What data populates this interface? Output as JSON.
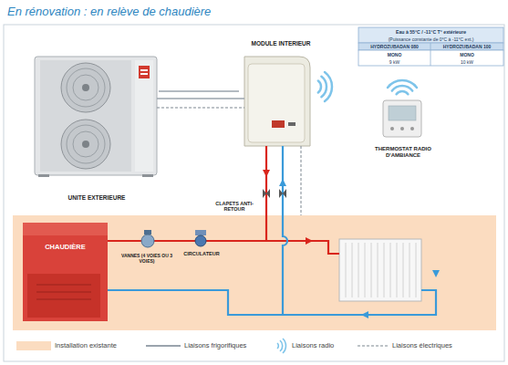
{
  "diagram": {
    "title": "En rénovation : en relève de chaudière",
    "nodes": [
      {
        "text": [
          "UNITE EXTERIEURE"
        ]
      },
      {
        "text": [
          "MODULE INTERIEUR"
        ]
      },
      {
        "text": [
          "THERMOSTAT RADIO D'AMBIANCE"
        ]
      },
      {
        "text": [
          "CHAUDIÈRE"
        ]
      },
      {
        "text": [
          "VANNES (4 VOIES OU 3 VOIES)"
        ]
      },
      {
        "text": [
          "CIRCULATEUR"
        ]
      },
      {
        "text": [
          "CLAPETS ANTI-RETOUR"
        ]
      }
    ],
    "edges": [
      {
        "from": 0,
        "to": 1,
        "arrow": "none"
      }
    ],
    "labels": [
      "Eau à 55°C / -11°C T° extérieure",
      "(Puissance constante de 0°C à -11°C ext.)",
      "HYDROZUBADAN 080",
      "HYDROZUBADAN 100",
      "MONO",
      "9 kW",
      "MONO",
      "10 kW"
    ],
    "legend": [
      {
        "text": "Installation existante",
        "color": "#fbdcc0"
      },
      {
        "text": "Liaisons frigorifiques"
      },
      {
        "text": "Liaisons radio"
      },
      {
        "text": "Liaisons électriques"
      }
    ]
  }
}
